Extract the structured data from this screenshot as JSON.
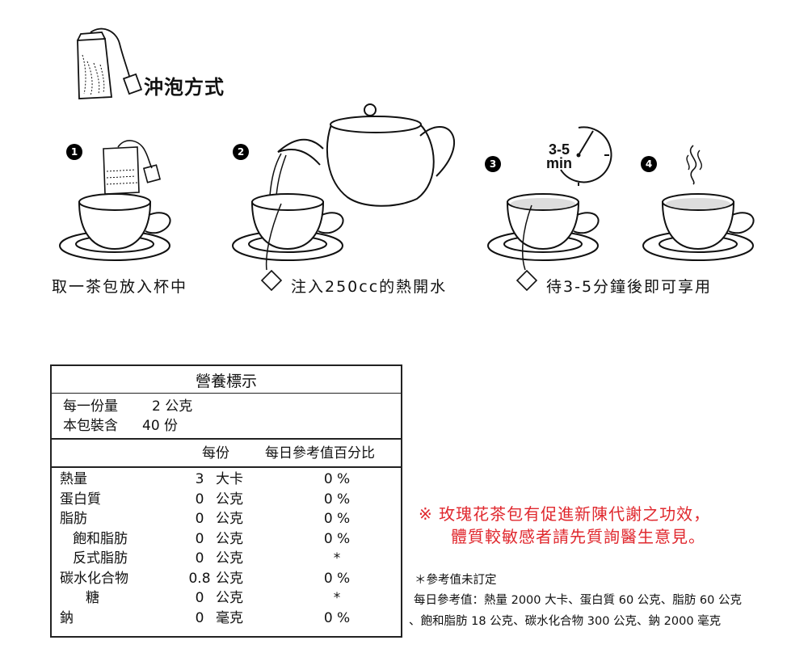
{
  "header": {
    "title": "沖泡方式"
  },
  "steps": [
    {
      "number": "1",
      "label": "取一茶包放入杯中"
    },
    {
      "number": "2",
      "label": "注入250cc的熱開水"
    },
    {
      "number": "3",
      "label": "待3-5分鐘後即可享用",
      "timer_line1": "3-5",
      "timer_line2": "min"
    },
    {
      "number": "4"
    }
  ],
  "nutrition": {
    "title": "營養標示",
    "serving_size_label": "每一份量",
    "serving_size_value": "2 公克",
    "servings_label": "本包裝含",
    "servings_value": "40 份",
    "col_per_serving": "每份",
    "col_daily_pct": "每日參考值百分比",
    "rows": [
      {
        "name": "熱量",
        "amount": "3",
        "unit": "大卡",
        "pct": "0 %"
      },
      {
        "name": "蛋白質",
        "amount": "0",
        "unit": "公克",
        "pct": "0 %"
      },
      {
        "name": "脂肪",
        "amount": "0",
        "unit": "公克",
        "pct": "0 %"
      },
      {
        "name": "飽和脂肪",
        "amount": "0",
        "unit": "公克",
        "pct": "0 %"
      },
      {
        "name": "反式脂肪",
        "amount": "0",
        "unit": "公克",
        "pct": "*"
      },
      {
        "name": "碳水化合物",
        "amount": "0.8",
        "unit": "公克",
        "pct": "0 %"
      },
      {
        "name": "糖",
        "amount": "0",
        "unit": "公克",
        "pct": "*"
      },
      {
        "name": "鈉",
        "amount": "0",
        "unit": "毫克",
        "pct": "0 %"
      }
    ]
  },
  "notes": {
    "red_line1": "※ 玫瑰花茶包有促進新陳代謝之功效，",
    "red_line2": "體質較敏感者請先質詢醫生意見。",
    "asterisk_note": "＊參考值未訂定",
    "reference_line1": "每日參考值：熱量 2000 大卡、蛋白質 60 公克、脂肪 60 公克",
    "reference_line2": "、飽和脂肪 18 公克、碳水化合物 300 公克、鈉 2000 毫克"
  },
  "colors": {
    "accent_red": "#e0282e",
    "ink": "#111111"
  }
}
